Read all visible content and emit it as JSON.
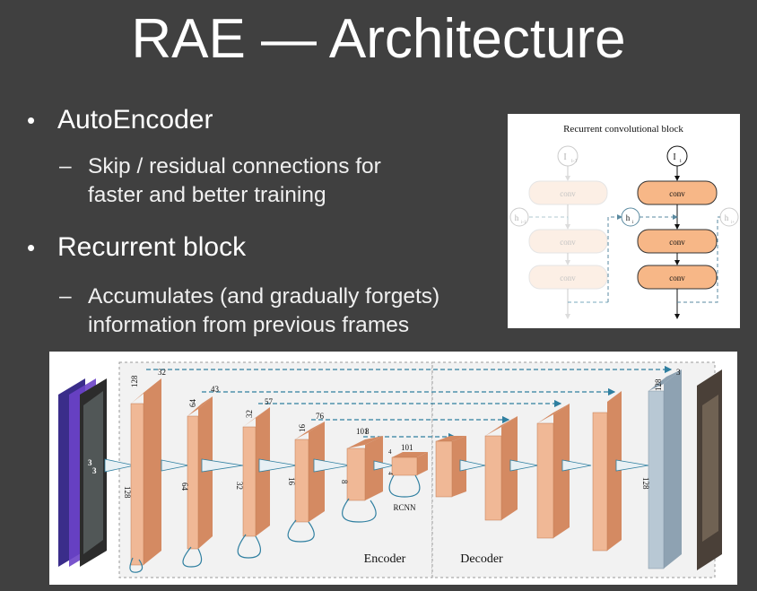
{
  "slide": {
    "title": "RAE — Architecture",
    "bullets": [
      {
        "text": "AutoEncoder",
        "sub": [
          "Skip / residual connections for",
          "faster and better training"
        ]
      },
      {
        "text": "Recurrent block",
        "sub": [
          "Accumulates (and gradually forgets)",
          "information from previous frames"
        ]
      }
    ]
  },
  "rcb": {
    "title": "Recurrent convolutional block",
    "input_prev": "I",
    "input_prev_sub": "i-1",
    "input_cur": "I",
    "input_cur_sub": "i",
    "h_prev": "h",
    "h_prev_sub": "i-1",
    "h_cur": "h",
    "h_cur_sub": "i",
    "h_next": "h",
    "h_next_sub": "i+",
    "conv_label": "conv"
  },
  "arch": {
    "encoder_label": "Encoder",
    "decoder_label": "Decoder",
    "rcnn_label": "RCNN",
    "kernel_label": "3",
    "layers": [
      {
        "depth": "32",
        "height": "128",
        "width": "128"
      },
      {
        "depth": "43",
        "height": "64",
        "width": "64"
      },
      {
        "depth": "57",
        "height": "32",
        "width": "32"
      },
      {
        "depth": "76",
        "height": "16",
        "width": "16"
      },
      {
        "depth": "101",
        "height": "8",
        "width": "8"
      },
      {
        "depth": "101",
        "height": "4",
        "width": "4"
      }
    ],
    "output": {
      "depth": "3",
      "height": "128",
      "width": "128"
    }
  },
  "colors": {
    "background": "#404040",
    "block": "#f0b896",
    "block_dark": "#d48a62",
    "output_block": "#b8c8d4",
    "skip": "#2f7fa0"
  }
}
